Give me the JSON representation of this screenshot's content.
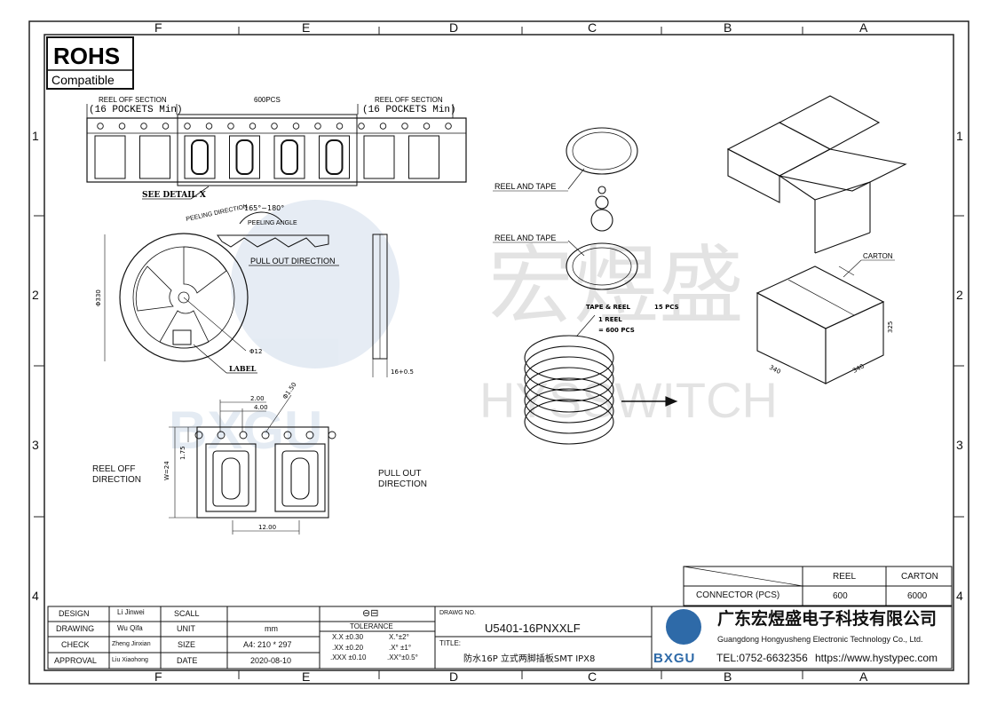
{
  "zones": {
    "columns": [
      "F",
      "E",
      "D",
      "C",
      "B",
      "A"
    ],
    "rows": [
      "1",
      "2",
      "3",
      "4"
    ]
  },
  "rohs": {
    "line1": "ROHS",
    "line2": "Compatible"
  },
  "tape": {
    "reel_off_section_left": "REEL OFF SECTION",
    "pockets_left": "(16 POCKETS Min)",
    "count": "600PCS",
    "reel_off_section_right": "REEL OFF SECTION",
    "pockets_right": "(16 POCKETS Min)",
    "see_detail": "SEE DETAIL X"
  },
  "reel_view": {
    "peeling_direction": "PEELING DIRECTION",
    "angle_range": "165°~180°",
    "peeling_angle": "PEELING ANGLE",
    "pull_out_direction": "PULL OUT DIRECTION",
    "diameter": "Φ330",
    "hub": "Φ12",
    "label": "LABEL",
    "width": "16+0.5"
  },
  "detail": {
    "dim_2": "2.00",
    "dim_4": "4.00",
    "hole": "Φ1.50",
    "dim_175": "1.75",
    "width": "W=24",
    "pitch": "12.00",
    "reel_off": "REEL OFF DIRECTION",
    "pull_out": "PULL OUT DIRECTION"
  },
  "packing": {
    "reel_and_tape_1": "REEL AND TAPE",
    "reel_and_tape_2": "REEL AND TAPE",
    "tape_reel": "TAPE & REEL",
    "qty_15": "15 PCS",
    "one_reel": "1 REEL",
    "eq_600": "= 600 PCS",
    "carton": "CARTON",
    "dim_h": "325",
    "dim_l": "340",
    "dim_w": "340"
  },
  "watermark": {
    "cn": "宏煜盛",
    "en": "HYSSWITCH",
    "logo": "BXGU"
  },
  "qty_table": {
    "h_reel": "REEL",
    "h_carton": "CARTON",
    "row_label": "CONNECTOR (PCS)",
    "reel": "600",
    "carton": "6000"
  },
  "title_block": {
    "design_label": "DESIGN",
    "design_name": "Li Jinwei",
    "drawing_label": "DRAWING",
    "drawing_name": "Wu Qifa",
    "check_label": "CHECK",
    "check_name": "Zheng Jinxian",
    "approval_label": "APPROVAL",
    "approval_name": "Liu Xiaohong",
    "scall": "SCALL",
    "unit": "UNIT",
    "size": "SIZE",
    "date": "DATE",
    "unit_val": "mm",
    "size_val": "A4: 210 * 297",
    "date_val": "2020-08-10",
    "tolerance": "TOLERANCE",
    "tol_1": "X.X  ±0.30",
    "tol_2": "X.°±2°",
    "tol_3": ".XX  ±0.20",
    "tol_4": ".X° ±1°",
    "tol_5": ".XXX  ±0.10",
    "tol_6": ".XX°±0.5°",
    "drawing_no_label": "DRAWG NO.",
    "drawing_no": "U5401-16PNXXLF",
    "title_label": "TITLE:",
    "title": "防水16P 立式两脚插板SMT  IPX8",
    "company_cn": "广东宏煜盛电子科技有限公司",
    "company_en": "Guangdong Hongyusheng Electronic Technology Co., Ltd.",
    "tel": "TEL:0752-6632356",
    "url": "https://www.hystypec.com",
    "logo_text": "BXGU"
  }
}
